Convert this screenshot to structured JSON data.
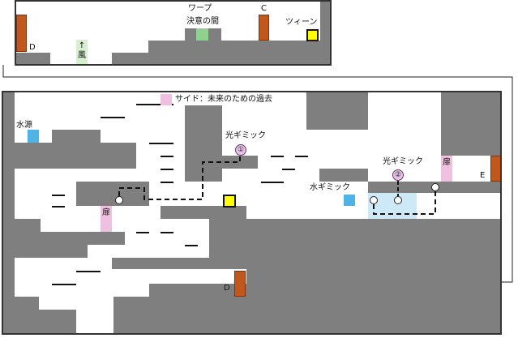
{
  "top_map": {
    "labels": {
      "warp": "ワープ",
      "decision_room": "決意の間",
      "c_marker": "C",
      "tween": "ツィーン",
      "d_marker": "D",
      "wind": "↑\n風"
    }
  },
  "main_map": {
    "labels": {
      "side_future": "サイド：未来のための過去",
      "water_source": "水源",
      "light_gimmick_1": "光ギミック",
      "light_gimmick_2": "光ギミック",
      "num_1": "①",
      "num_2": "②",
      "water_gimmick": "水ギミック",
      "door_left": "扉",
      "door_right": "扉",
      "e_marker": "E",
      "d_marker": "D"
    }
  },
  "colors": {
    "wall": "#7f7f7f",
    "door_orange": "#c0581e",
    "warp_green": "#8fd18f",
    "water_blue": "#4fb3e8",
    "pink": "#f0c0e0",
    "wind_green": "#d8efcf",
    "yellow": "#ffff00",
    "light_blue_area": "#cde9f7"
  }
}
